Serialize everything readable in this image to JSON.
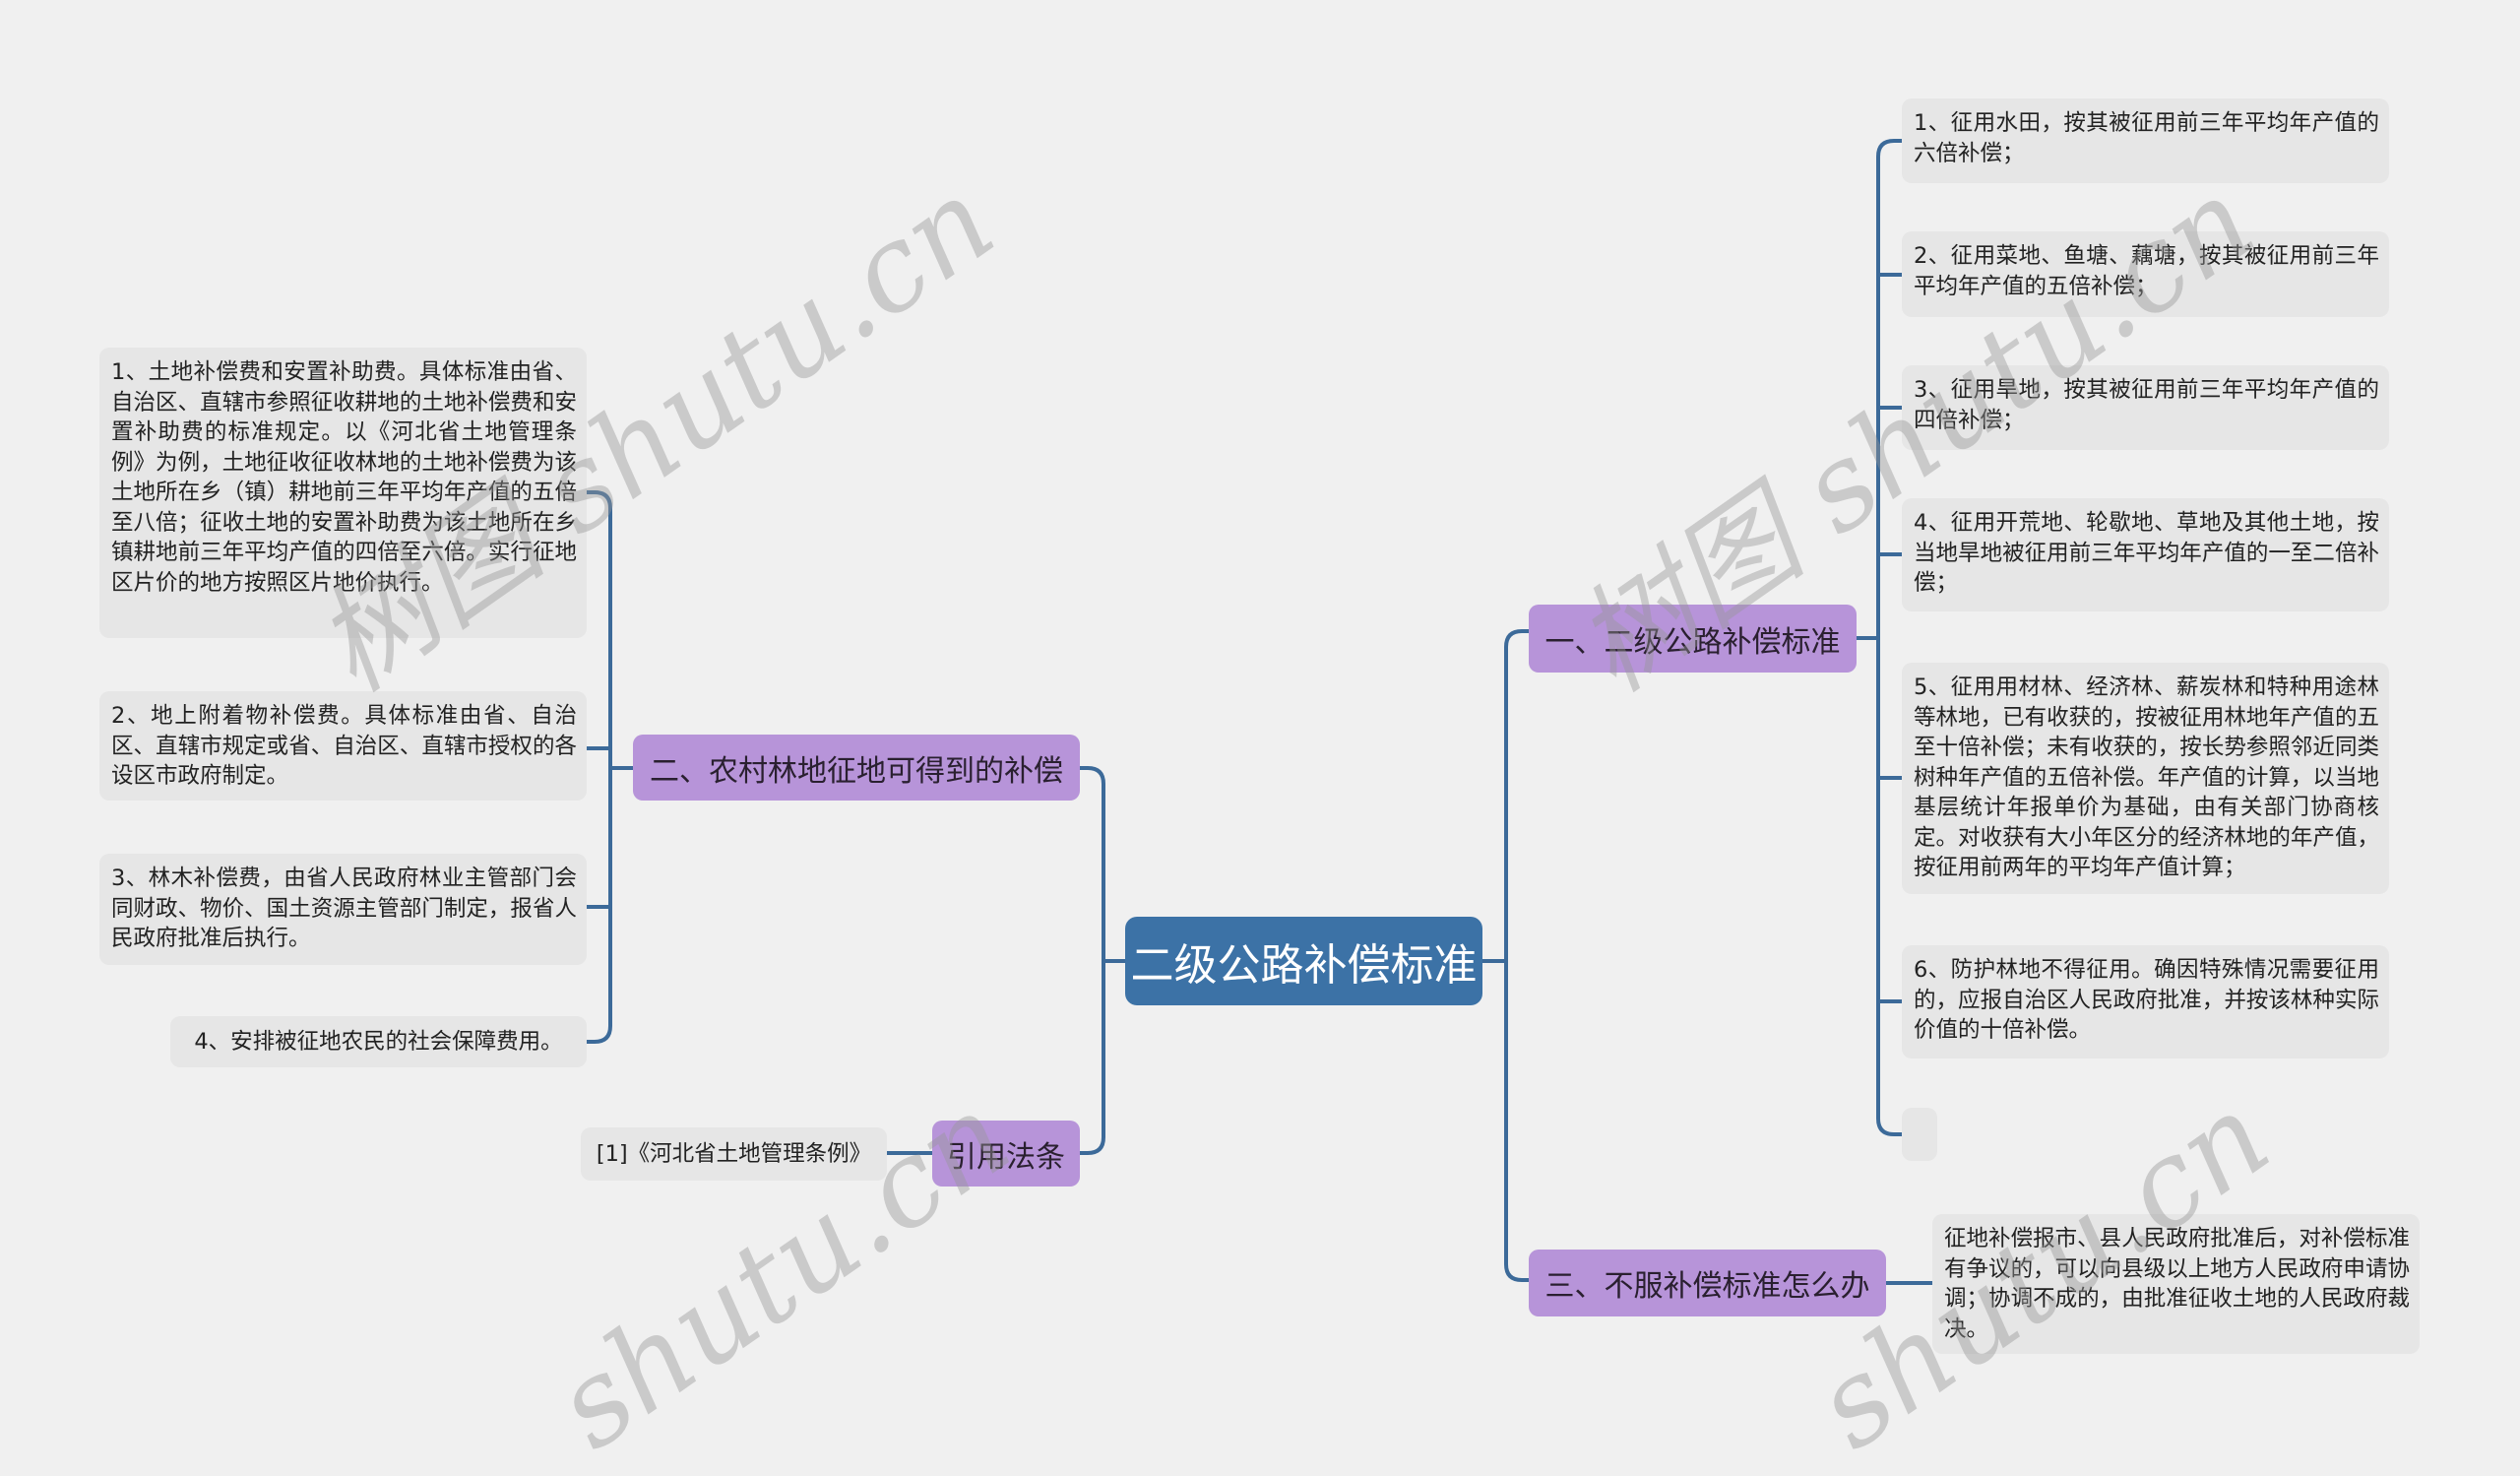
{
  "root": {
    "label": "二级公路补偿标准"
  },
  "colors": {
    "root": "#3c72a6",
    "branch": "#b794d9",
    "leaf": "#e6e6e6",
    "line": "#3c6a99",
    "background": "#f0f0f0"
  },
  "left_branches": [
    {
      "label": "二、农村林地征地可得到的补偿",
      "children": [
        "1、土地补偿费和安置补助费。具体标准由省、自治区、直辖市参照征收耕地的土地补偿费和安置补助费的标准规定。以《河北省土地管理条例》为例，土地征收征收林地的土地补偿费为该土地所在乡（镇）耕地前三年平均年产值的五倍至八倍；征收土地的安置补助费为该土地所在乡镇耕地前三年平均产值的四倍至六倍。实行征地区片价的地方按照区片地价执行。",
        "2、地上附着物补偿费。具体标准由省、自治区、直辖市规定或省、自治区、直辖市授权的各设区市政府制定。",
        "3、林木补偿费，由省人民政府林业主管部门会同财政、物价、国土资源主管部门制定，报省人民政府批准后执行。",
        "4、安排被征地农民的社会保障费用。"
      ]
    },
    {
      "label": "引用法条",
      "children": [
        "[1]《河北省土地管理条例》"
      ]
    }
  ],
  "right_branches": [
    {
      "label": "一、二级公路补偿标准",
      "children": [
        "1、征用水田，按其被征用前三年平均年产值的六倍补偿；",
        "2、征用菜地、鱼塘、藕塘，按其被征用前三年平均年产值的五倍补偿；",
        "3、征用旱地，按其被征用前三年平均年产值的四倍补偿；",
        "4、征用开荒地、轮歇地、草地及其他土地，按当地旱地被征用前三年平均年产值的一至二倍补偿；",
        "5、征用用材林、经济林、薪炭林和特种用途林等林地，已有收获的，按被征用林地年产值的五至十倍补偿；未有收获的，按长势参照邻近同类树种年产值的五倍补偿。年产值的计算，以当地基层统计年报单价为基础，由有关部门协商核定。对收获有大小年区分的经济林地的年产值，按征用前两年的平均年产值计算；",
        "6、防护林地不得征用。确因特殊情况需要征用的，应报自治区人民政府批准，并按该林种实际价值的十倍补偿。",
        ""
      ]
    },
    {
      "label": "三、不服补偿标准怎么办",
      "children": [
        "征地补偿报市、县人民政府批准后，对补偿标准有争议的，可以向县级以上地方人民政府申请协调；协调不成的，由批准征收土地的人民政府裁决。"
      ]
    }
  ],
  "watermark": {
    "text_full": "树图 shutu.cn",
    "text_short": "shutu.cn"
  }
}
